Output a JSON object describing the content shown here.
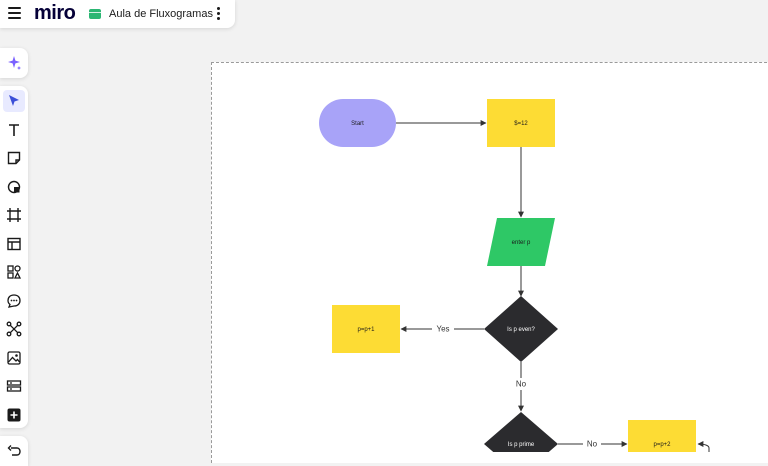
{
  "app": {
    "logo": "miro"
  },
  "board": {
    "title": "Aula de Fluxogramas"
  },
  "toolbar": {
    "tools": [
      "select-tool",
      "text-tool",
      "sticky-note-tool",
      "shapes-tool",
      "frame-tool",
      "templates-tool",
      "apps-tool",
      "comment-tool",
      "mind-map-tool",
      "image-upload-tool",
      "kanban-tool",
      "more-tools"
    ]
  },
  "flowchart": {
    "start": "Start",
    "assign": "$=12",
    "input": "enter p",
    "decision1": "Is p even?",
    "yes_action": "p=p+1",
    "decision2": "Is p prime",
    "no_action": "p=p+2",
    "label_yes": "Yes",
    "label_no_1": "No",
    "label_no_2": "No"
  },
  "colors": {
    "start": "#a8a3f8",
    "process": "#fddc34",
    "input": "#2ec866",
    "decision": "#2b2b2e",
    "accent": "#4262ff"
  }
}
